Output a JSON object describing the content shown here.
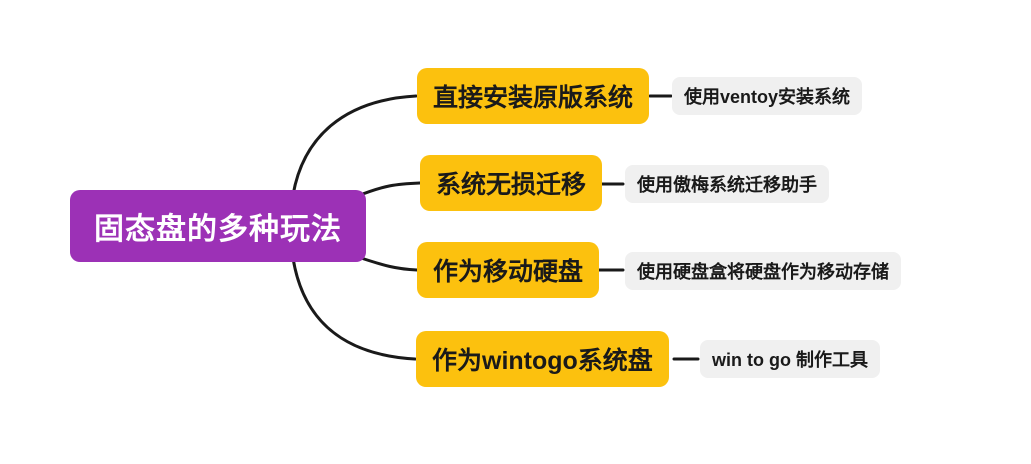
{
  "mindmap": {
    "root": {
      "label": "固态盘的多种玩法"
    },
    "branches": [
      {
        "label": "直接安装原版系统",
        "child": "使用ventoy安装系统"
      },
      {
        "label": "系统无损迁移",
        "child": "使用傲梅系统迁移助手"
      },
      {
        "label": "作为移动硬盘",
        "child": "使用硬盘盒将硬盘作为移动存储"
      },
      {
        "label": "作为wintogo系统盘",
        "child": "win to go 制作工具"
      }
    ],
    "colors": {
      "canvas_bg": "#ffffff",
      "root_bg": "#9c31b6",
      "root_text": "#ffffff",
      "branch_bg": "#fcc10e",
      "branch_text": "#1a1a1a",
      "child_bg": "#f0f0f0",
      "child_text": "#1a1a1a",
      "connector_line": "#1a1a1a"
    }
  }
}
